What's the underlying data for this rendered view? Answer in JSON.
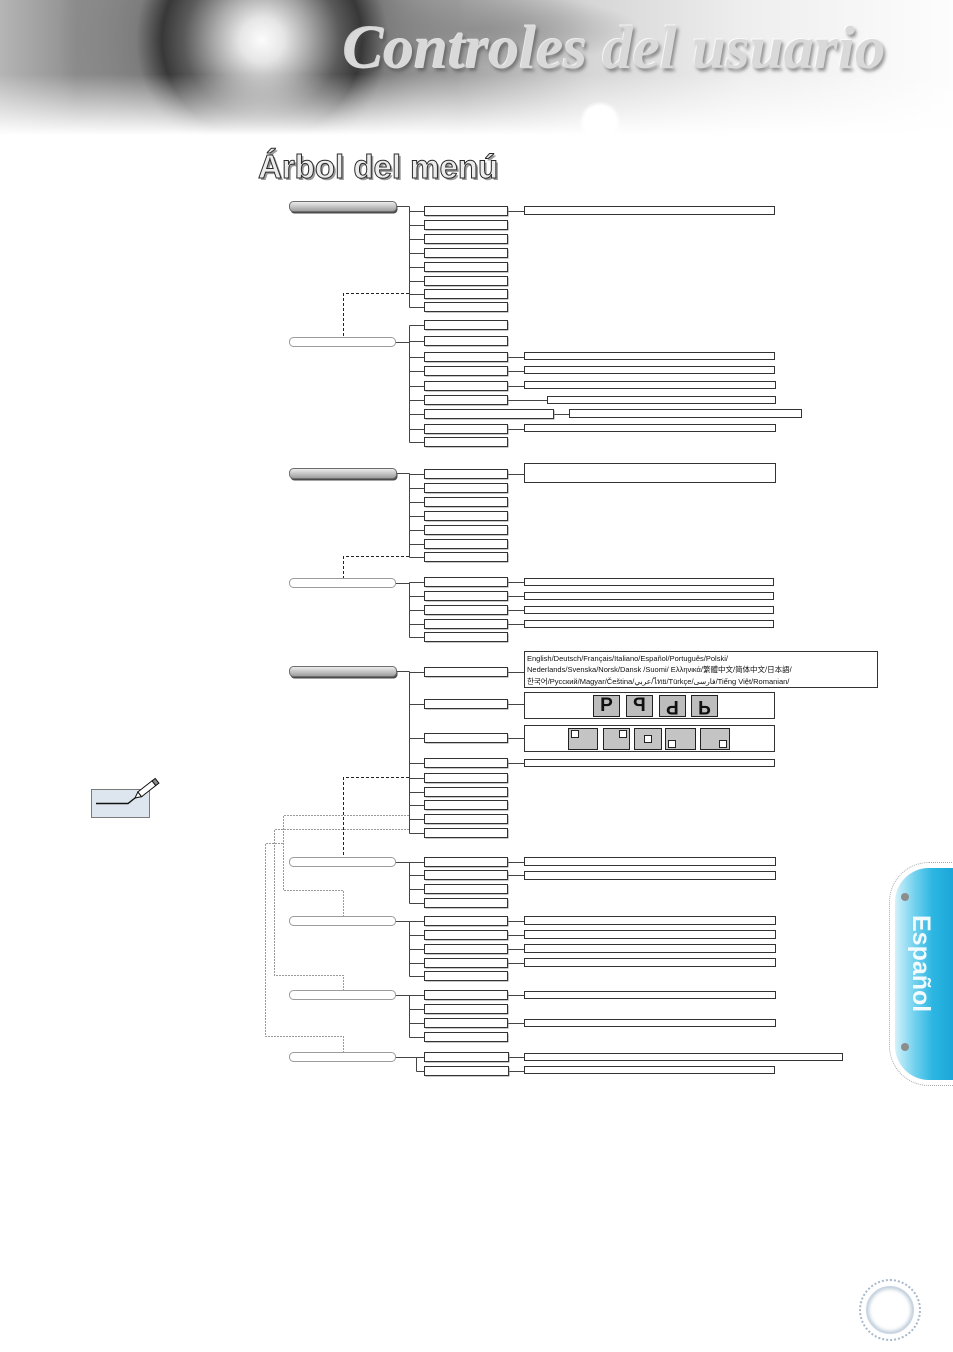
{
  "header": {
    "title": "Controles del usuario"
  },
  "page": {
    "title": "Árbol del menú"
  },
  "language_options": {
    "lines": [
      "English/Deutsch/Français/Italiano/Español/Português/Polski/",
      "Nederlands/Svenska/Norsk/Dansk /Suomi/ Ελληνικά/繁體中文/简体中文/日本語/",
      "한국어/Русский/Magyar/Čeština/عربي/ไทย/Türkçe/فارسی/Tiếng Việt/Romanian/"
    ]
  },
  "projection": {
    "glyph": "P",
    "icons": [
      "front-projection-icon",
      "rear-projection-icon",
      "ceiling-top-projection-icon",
      "rear-top-projection-icon"
    ]
  },
  "menu_location": {
    "icons": [
      "top-left-location-icon",
      "top-right-location-icon",
      "centre-location-icon",
      "bottom-left-location-icon",
      "bottom-right-location-icon"
    ]
  },
  "note": {
    "icon": "note-pencil-icon"
  },
  "side_tab": {
    "label": "Español"
  },
  "colors": {
    "side_tab_accent": "#2cb6e2",
    "tree_line": "#444444",
    "main_menu_fill": "#bdbdbd"
  }
}
